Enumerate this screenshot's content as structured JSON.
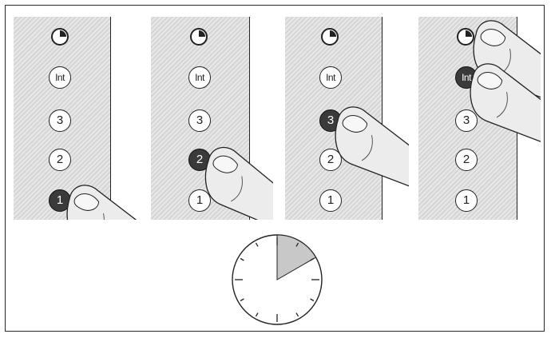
{
  "diagram": {
    "panels": [
      {
        "buttons": [
          "Int",
          "3",
          "2",
          "1"
        ],
        "pressed": "1"
      },
      {
        "buttons": [
          "Int",
          "3",
          "2",
          "1"
        ],
        "pressed": "2"
      },
      {
        "buttons": [
          "Int",
          "3",
          "2",
          "1"
        ],
        "pressed": "3"
      },
      {
        "buttons": [
          "Int",
          "3",
          "2",
          "1"
        ],
        "pressed": "Int"
      }
    ],
    "timer_icon": "clock-timer-icon",
    "clock": {
      "icon": "clock-icon",
      "highlight_fraction": 0.1667,
      "highlight_color": "#c8c8c8"
    }
  }
}
